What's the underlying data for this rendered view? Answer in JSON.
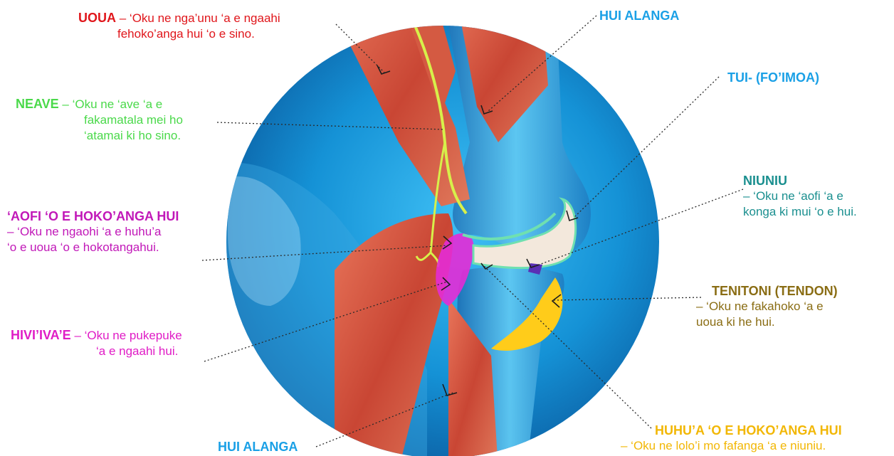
{
  "labels": {
    "uoua": {
      "title": "UOUA",
      "desc1": "– ‘Oku ne nga’unu ‘a e ngaahi",
      "desc2": "fehoko’anga hui ‘o e sino.",
      "color": "#e0161b"
    },
    "neave": {
      "title": "NEAVE",
      "desc1": "– ‘Oku ne ‘ave ‘a e",
      "desc2": "fakamatala mei ho",
      "desc3": "‘atamai ki ho sino.",
      "color": "#4ad94a"
    },
    "aofi": {
      "title": "‘AOFI ‘O E HOKO’ANGA HUI",
      "desc1": "– ‘Oku ne ngaohi ‘a e huhu’a",
      "desc2": "‘o e uoua ‘o e hokotangahui.",
      "color": "#c118b8"
    },
    "hiviiva": {
      "title": "HIVI’IVA’E",
      "desc1": "– ‘Oku ne pukepuke",
      "desc2": "‘a e ngaahi hui.",
      "color": "#e01cc6"
    },
    "hui_alanga_top": {
      "title": "HUI ALANGA",
      "color": "#1aa0e6"
    },
    "hui_alanga_bottom": {
      "title": "HUI ALANGA",
      "color": "#1aa0e6"
    },
    "tui": {
      "title": "TUI- (FO’IMOA)",
      "color": "#1aa0e6"
    },
    "niuniu": {
      "title": "NIUNIU",
      "desc1": "– ‘Oku ne ‘aofi ‘a e",
      "desc2": "konga ki mui ‘o e hui.",
      "color": "#1a8f8f"
    },
    "tenitoni": {
      "title": "TENITONI (TENDON)",
      "desc1": "– ‘Oku ne fakahoko ‘a e",
      "desc2": "uoua ki he hui.",
      "color": "#8a6d14"
    },
    "huhua": {
      "title": "HUHU’A ‘O E HOKO’ANGA HUI",
      "desc1": "– ‘Oku ne lolo’i mo fafanga ‘a e niuniu.",
      "color": "#f2b705"
    }
  }
}
